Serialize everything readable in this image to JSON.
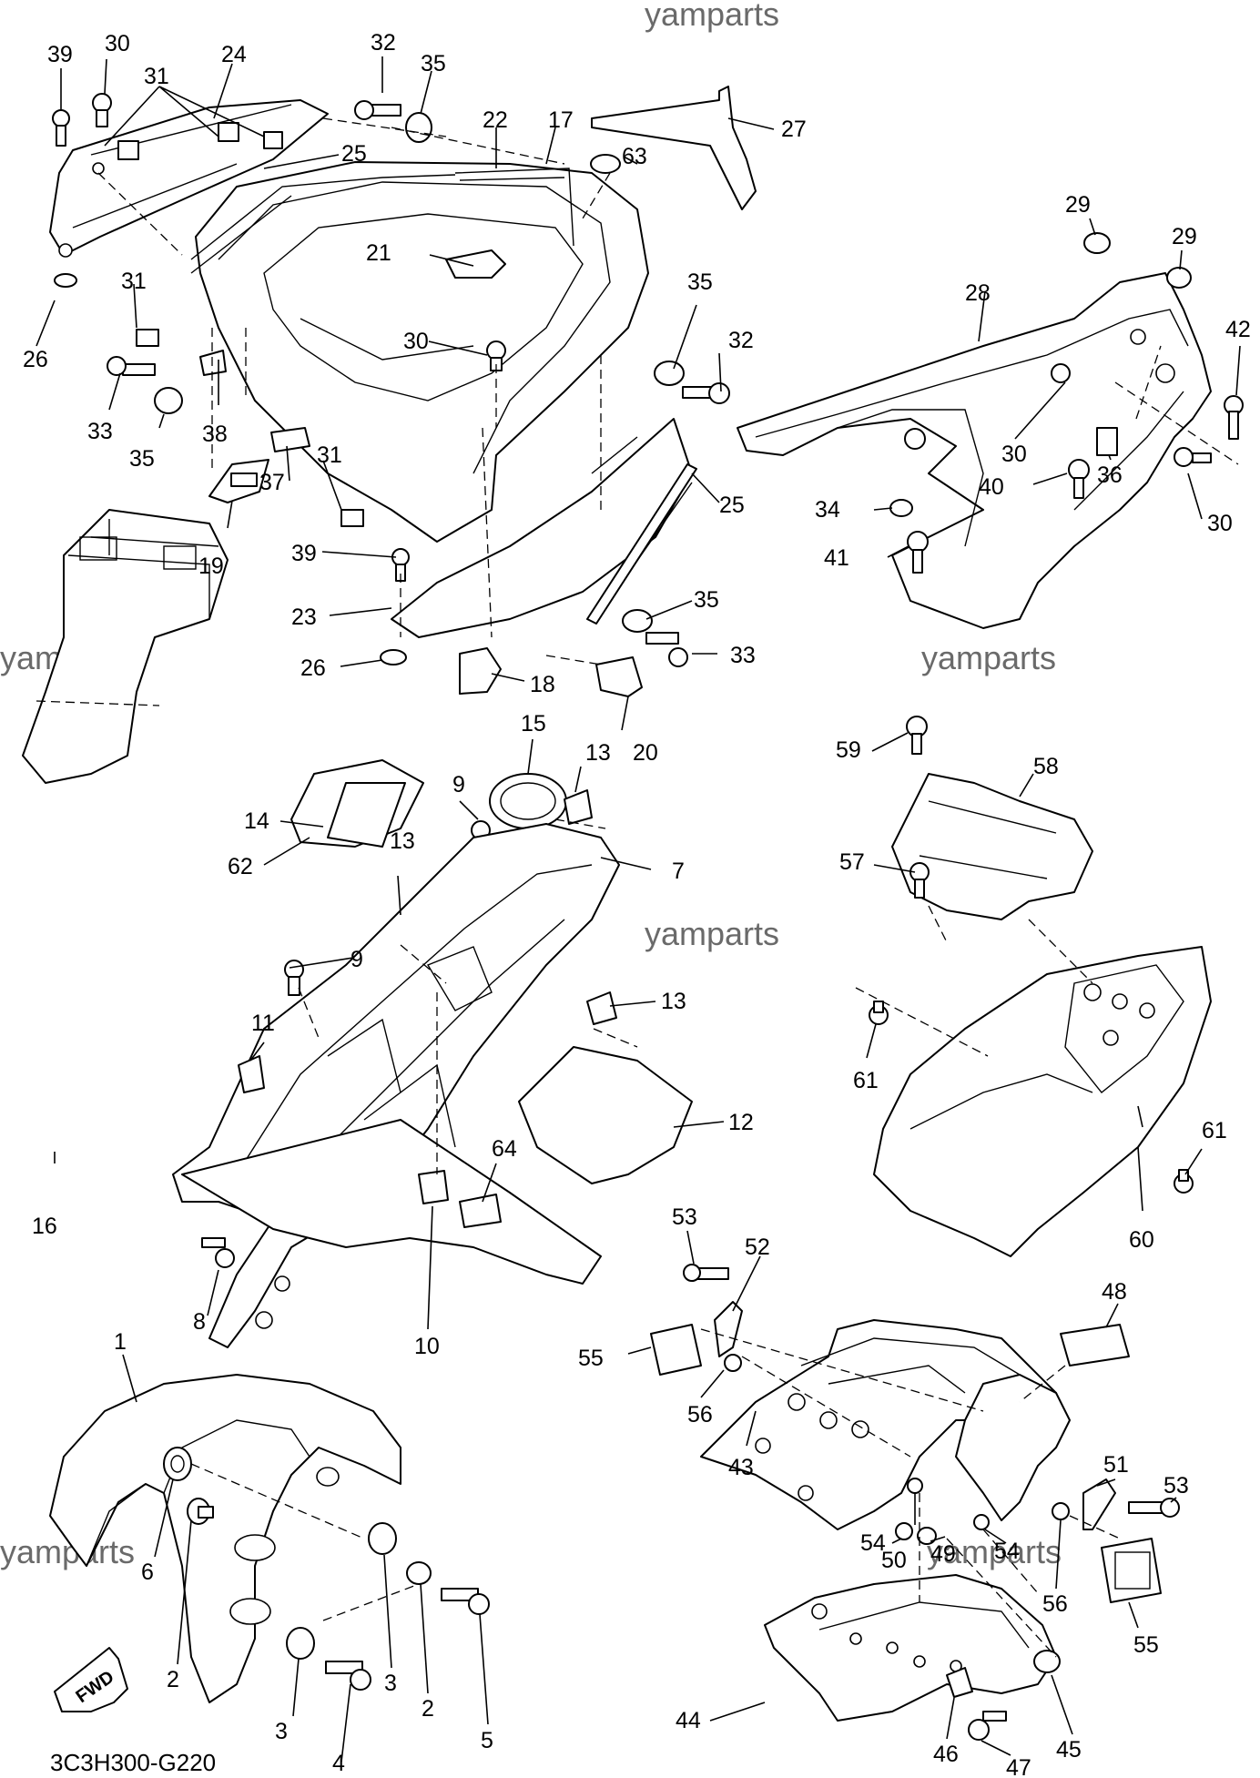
{
  "watermark": "yamparts",
  "diagram_code": "3C3H300-G220",
  "fwd_label": "FWD",
  "callouts": {
    "c39a": "39",
    "c30a": "30",
    "c31a": "31",
    "c24": "24",
    "c32a": "32",
    "c35a": "35",
    "c22": "22",
    "c17": "17",
    "c27": "27",
    "c63": "63",
    "c25a": "25",
    "c26a": "26",
    "c31b": "31",
    "c21": "21",
    "c30b": "30",
    "c35b": "35",
    "c32b": "32",
    "c33a": "33",
    "c35c": "35",
    "c38": "38",
    "c37": "37",
    "c31c": "31",
    "c19": "19",
    "c25b": "25",
    "c39b": "39",
    "c23": "23",
    "c26b": "26",
    "c35d": "35",
    "c33b": "33",
    "c18": "18",
    "c20": "20",
    "c29a": "29",
    "c29b": "29",
    "c28": "28",
    "c42": "42",
    "c30c": "30",
    "c40": "40",
    "c36": "36",
    "c34": "34",
    "c30d": "30",
    "c41": "41",
    "c15": "15",
    "c13a": "13",
    "c9a": "9",
    "c14": "14",
    "c62": "62",
    "c13b": "13",
    "c7": "7",
    "c9b": "9",
    "c13c": "13",
    "c11": "11",
    "c12": "12",
    "c16": "16",
    "c64": "64",
    "c8": "8",
    "c10": "10",
    "c59": "59",
    "c58": "58",
    "c57": "57",
    "c61a": "61",
    "c61b": "61",
    "c60": "60",
    "c53a": "53",
    "c52": "52",
    "c48": "48",
    "c55a": "55",
    "c56a": "56",
    "c43": "43",
    "c51": "51",
    "c53b": "53",
    "c54a": "54",
    "c50": "50",
    "c49": "49",
    "c54b": "54",
    "c56b": "56",
    "c55b": "55",
    "c44": "44",
    "c45": "45",
    "c46": "46",
    "c47": "47",
    "c1": "1",
    "c6": "6",
    "c2a": "2",
    "c3a": "3",
    "c2b": "2",
    "c5": "5",
    "c3b": "3",
    "c4": "4"
  }
}
